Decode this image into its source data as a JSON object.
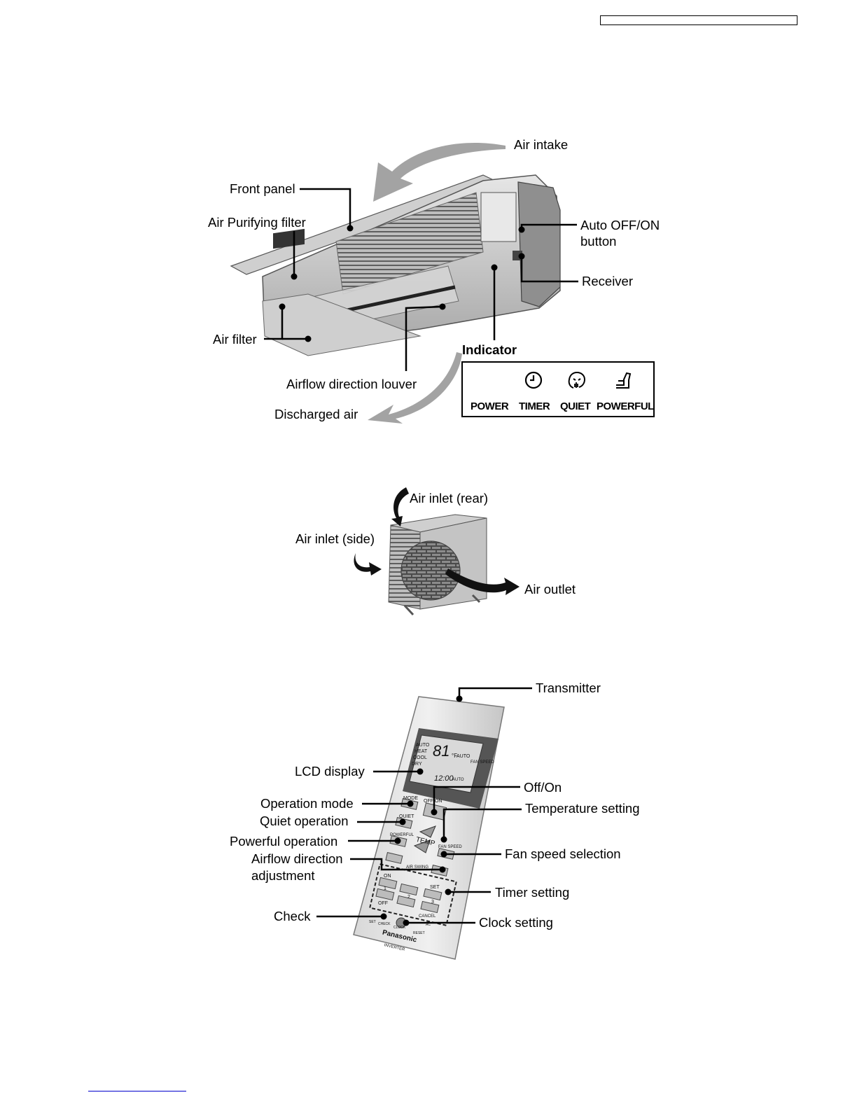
{
  "indoor_unit": {
    "air_intake": "Air intake",
    "front_panel": "Front panel",
    "air_purifying_filter": "Air Purifying filter",
    "auto_off_on_button_line1": "Auto OFF/ON",
    "auto_off_on_button_line2": "button",
    "receiver": "Receiver",
    "air_filter": "Air filter",
    "indicator": "Indicator",
    "airflow_direction_louver": "Airflow direction louver",
    "discharged_air": "Discharged air",
    "indicator_panel": {
      "power": "POWER",
      "timer": "TIMER",
      "quiet": "QUIET",
      "powerful": "POWERFUL"
    }
  },
  "outdoor_unit": {
    "air_inlet_rear": "Air inlet (rear)",
    "air_inlet_side": "Air inlet (side)",
    "air_outlet": "Air outlet"
  },
  "remote_control": {
    "transmitter": "Transmitter",
    "lcd_display": "LCD display",
    "off_on": "Off/On",
    "operation_mode": "Operation mode",
    "temperature_setting": "Temperature setting",
    "quiet_operation": "Quiet operation",
    "powerful_operation": "Powerful operation",
    "fan_speed_selection": "Fan speed selection",
    "airflow_direction_line1": "Airflow direction",
    "airflow_direction_line2": "adjustment",
    "timer_setting": "Timer setting",
    "check": "Check",
    "clock_setting": "Clock setting",
    "remote_text": {
      "modes": [
        "AUTO",
        "HEAT",
        "COOL",
        "DRY"
      ],
      "temp": "81",
      "unit": "°F",
      "clock": "12:00",
      "auto": "AUTO",
      "fan_speed": "FAN SPEED",
      "mode_btn": "MODE",
      "offon_btn": "OFF/ON",
      "quiet_btn": "QUIET",
      "powerful_btn": "POWERFUL",
      "temp_btn": "TEMP",
      "fan_speed_btn": "FAN SPEED",
      "air_swing": "AIR SWING",
      "on": "ON",
      "off": "OFF",
      "set": "SET",
      "cancel": "CANCEL",
      "num1": "1",
      "num2": "2",
      "num3": "3",
      "set_small": "SET",
      "check_small": "CHECK",
      "clock_small": "CLOCK",
      "reset": "RESET",
      "ac": "AC",
      "brand": "Panasonic",
      "inverter": "INVERTER"
    }
  }
}
